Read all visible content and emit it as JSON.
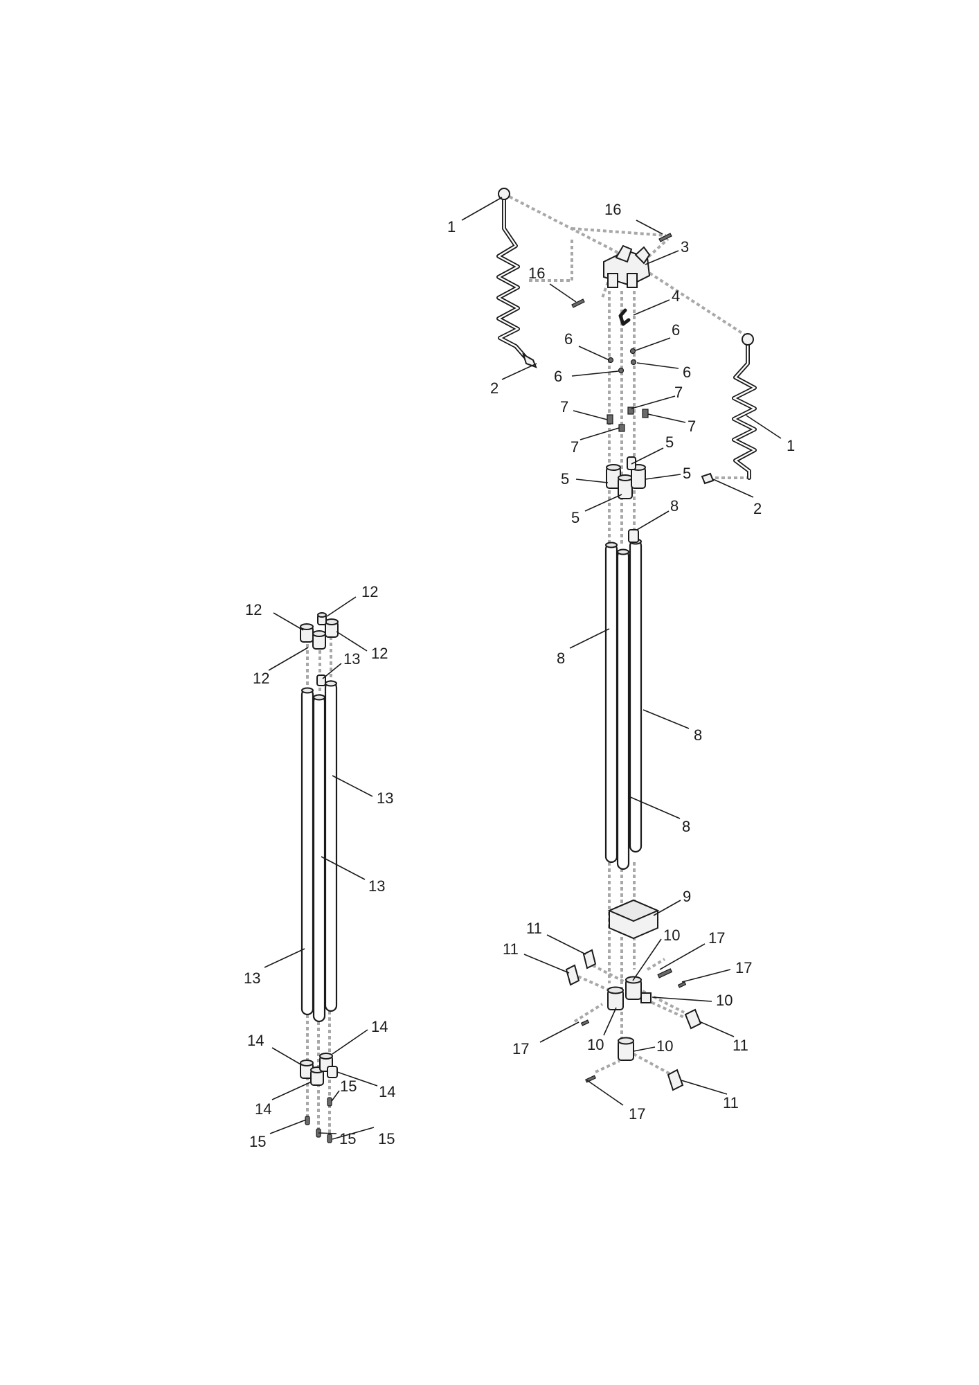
{
  "callouts": [
    {
      "label": "1"
    },
    {
      "label": "2"
    },
    {
      "label": "16"
    },
    {
      "label": "3"
    },
    {
      "label": "16"
    },
    {
      "label": "4"
    },
    {
      "label": "6"
    },
    {
      "label": "6"
    },
    {
      "label": "6"
    },
    {
      "label": "6"
    },
    {
      "label": "7"
    },
    {
      "label": "7"
    },
    {
      "label": "7"
    },
    {
      "label": "7"
    },
    {
      "label": "1"
    },
    {
      "label": "2"
    },
    {
      "label": "5"
    },
    {
      "label": "5"
    },
    {
      "label": "5"
    },
    {
      "label": "5"
    },
    {
      "label": "8"
    },
    {
      "label": "8"
    },
    {
      "label": "8"
    },
    {
      "label": "8"
    },
    {
      "label": "9"
    },
    {
      "label": "11"
    },
    {
      "label": "11"
    },
    {
      "label": "10"
    },
    {
      "label": "17"
    },
    {
      "label": "17"
    },
    {
      "label": "10"
    },
    {
      "label": "17"
    },
    {
      "label": "10"
    },
    {
      "label": "11"
    },
    {
      "label": "10"
    },
    {
      "label": "11"
    },
    {
      "label": "17"
    },
    {
      "label": "12"
    },
    {
      "label": "12"
    },
    {
      "label": "12"
    },
    {
      "label": "12"
    },
    {
      "label": "13"
    },
    {
      "label": "13"
    },
    {
      "label": "13"
    },
    {
      "label": "13"
    },
    {
      "label": "14"
    },
    {
      "label": "14"
    },
    {
      "label": "14"
    },
    {
      "label": "14"
    },
    {
      "label": "15"
    },
    {
      "label": "15"
    },
    {
      "label": "15"
    },
    {
      "label": "15"
    }
  ]
}
